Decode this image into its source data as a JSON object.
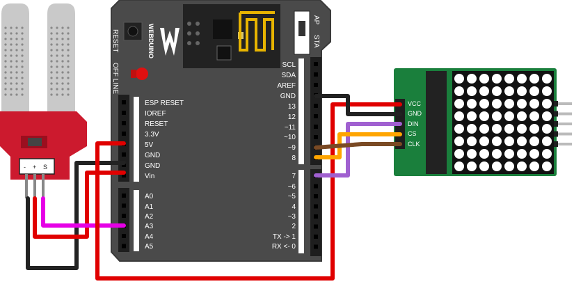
{
  "colors": {
    "board": "#4a4a4a",
    "board_edge": "#3a3a3a",
    "header": "#1e1e1e",
    "matrix_pcb": "#1a7f3c",
    "sensor_pcb": "#cc1a2e",
    "probe": "#c9c9c9",
    "wire_red": "#e00000",
    "wire_black": "#222222",
    "wire_magenta": "#e600e6",
    "wire_orange": "#ffa500",
    "wire_brown": "#7a4a24",
    "wire_purple": "#a060d0",
    "led": "#e01010"
  },
  "board": {
    "brand": "WEBDUINO",
    "reset_label": "RESET",
    "offline_label": "OFF LINE",
    "ap_label": "AP",
    "sta_label": "STA",
    "power_pins": [
      "ESP RESET",
      "IOREF",
      "RESET",
      "3.3V",
      "5V",
      "GND",
      "GND",
      "Vin"
    ],
    "analog_pins": [
      "A0",
      "A1",
      "A2",
      "A3",
      "A4",
      "A5"
    ],
    "right_upper_pins": [
      "SCL",
      "SDA",
      "AREF",
      "GND",
      "13",
      "12",
      "~11",
      "~10",
      "~9",
      "8"
    ],
    "right_lower_pins": [
      "7",
      "~6",
      "~5",
      "4",
      "~3",
      "2",
      "TX -> 1",
      "RX <- 0"
    ]
  },
  "matrix": {
    "pins": [
      "VCC",
      "GND",
      "DIN",
      "CS",
      "CLK"
    ]
  },
  "sensor": {
    "pins": [
      "-",
      "+",
      "S"
    ]
  }
}
